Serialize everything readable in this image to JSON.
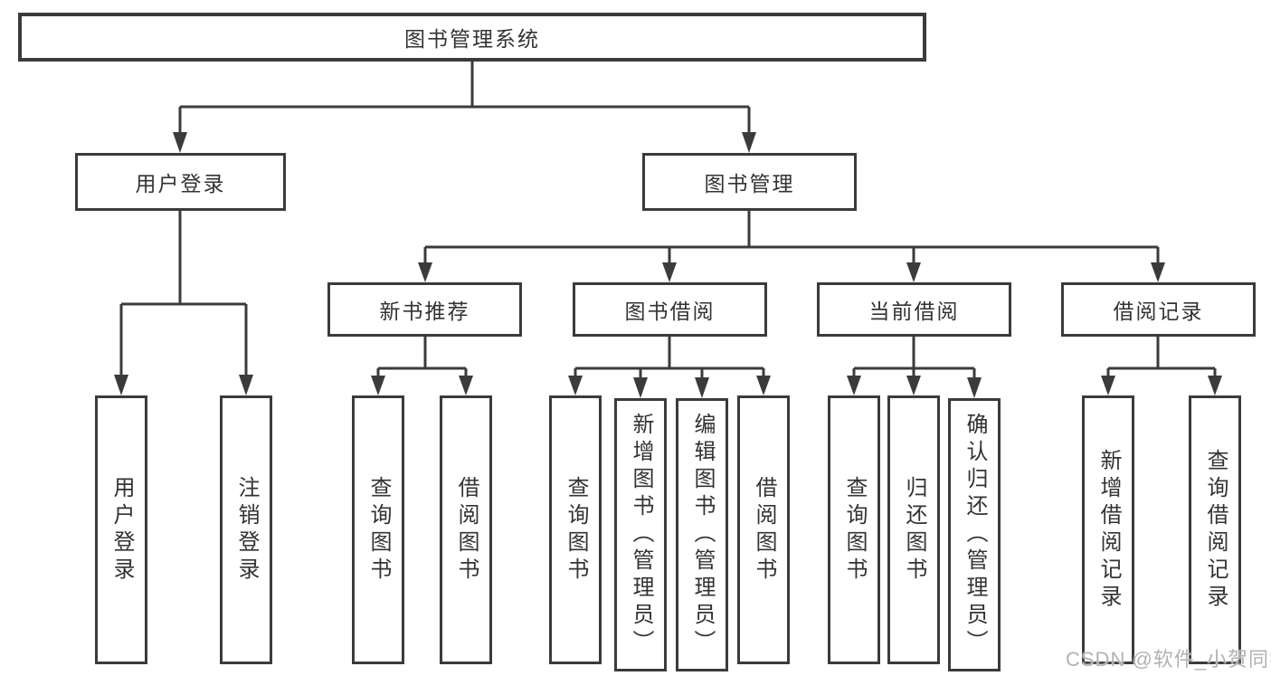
{
  "nodes": {
    "root": "图书管理系统",
    "user_login": "用户登录",
    "book_mgmt": "图书管理",
    "new_book_rec": "新书推荐",
    "book_borrow": "图书借阅",
    "current_borrow": "当前借阅",
    "borrow_record": "借阅记录",
    "ul_user_login": "用户登录",
    "ul_logout": "注销登录",
    "nr_query_book": "查询图书",
    "nr_borrow_book": "借阅图书",
    "bb_query_book": "查询图书",
    "bb_add_book": "新增图书（管理员）",
    "bb_edit_book": "编辑图书（管理员）",
    "bb_borrow_book": "借阅图书",
    "cb_query_book": "查询图书",
    "cb_return_book": "归还图书",
    "cb_confirm_return": "确认归还（管理员）",
    "br_add_record": "新增借阅记录",
    "br_query_record": "查询借阅记录"
  },
  "watermark": "CSDN @软件_小贺同学",
  "colors": {
    "line": "#3b3b3b",
    "text": "#333333",
    "watermark": "#b2b2b2",
    "background": "#ffffff"
  }
}
